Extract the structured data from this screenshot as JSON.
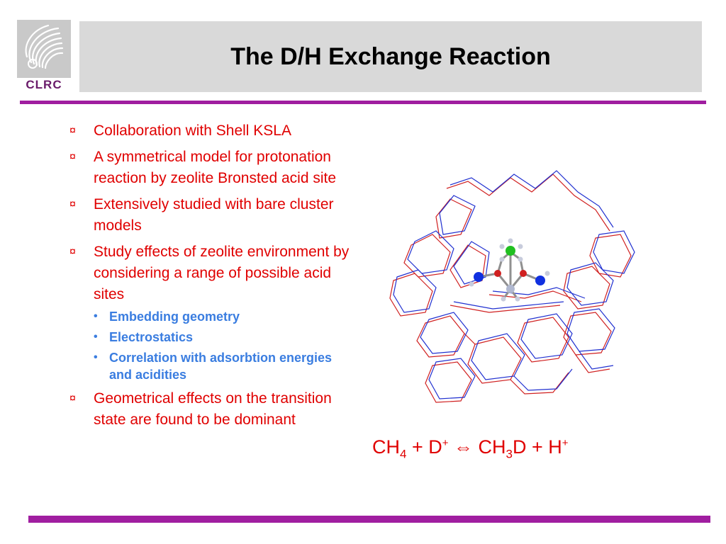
{
  "logo": {
    "name": "CLRC"
  },
  "title": "The D/H Exchange Reaction",
  "bullet_marker": "¤",
  "sub_bullet_marker": "•",
  "bullets": [
    {
      "text": "Collaboration with Shell KSLA"
    },
    {
      "text": "A symmetrical model for protonation reaction by zeolite Bronsted acid site"
    },
    {
      "text": "Extensively studied with bare cluster models"
    },
    {
      "text": "Study effects of zeolite environment by considering a range of possible acid sites",
      "sub_items": [
        "Embedding geometry",
        "Electrostatics",
        "Correlation with adsorbtion energies and acidities"
      ]
    },
    {
      "text": "Geometrical effects on the transition state are found to be dominant"
    }
  ],
  "equation": {
    "ch": "CH",
    "sub4": "4",
    "plus1": " + D",
    "plus_charge": "+",
    "arrow": " ⇔ ",
    "ch3": "CH",
    "sub3": "3",
    "d_plus_h": "D + H"
  },
  "colors": {
    "bullet_text": "#e00000",
    "sub_bullet_text": "#3a7de0",
    "rule": "#a01ea0",
    "title_box": "#d9d9d9",
    "framework_a": "#d02020",
    "framework_b": "#2030d0"
  }
}
